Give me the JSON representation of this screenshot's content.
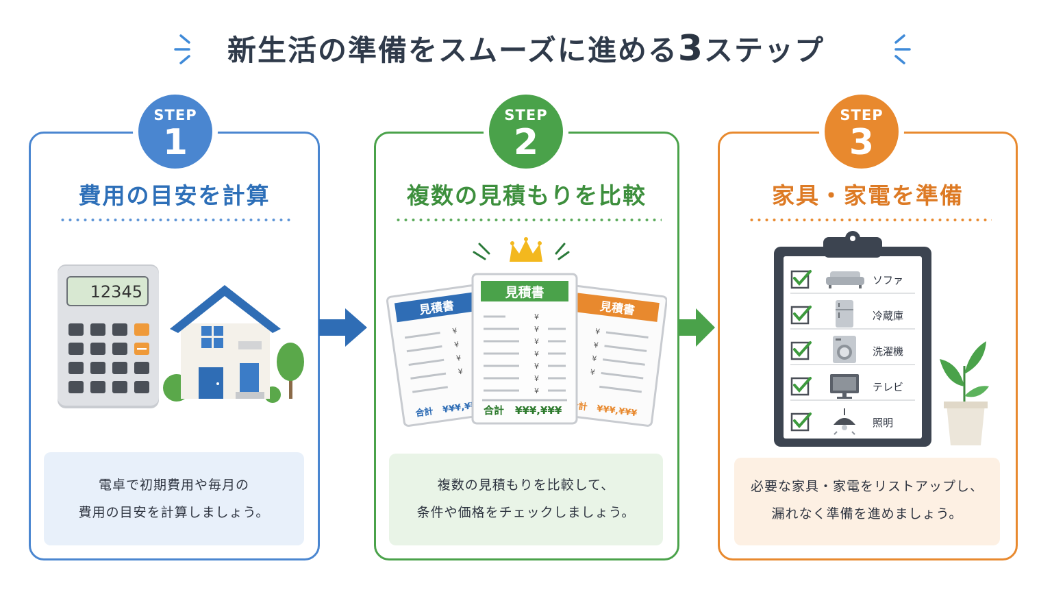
{
  "header": {
    "title_before": "新生活の準備をスムーズに進める",
    "title_number": "3",
    "title_after": "ステップ"
  },
  "colors": {
    "step1": "#4a86d0",
    "step2": "#4aa24a",
    "step3": "#e8892e",
    "step1_title": "#2d6fb8",
    "step2_title": "#3d8f3d",
    "step3_title": "#dd7a24"
  },
  "steps": [
    {
      "badge_label": "STEP",
      "badge_number": "1",
      "title": "費用の目安を計算",
      "illustration": {
        "calculator_display": "12345",
        "icons": [
          "calculator-icon",
          "house-icon",
          "tree-icon"
        ]
      },
      "description": [
        "電卓で初期費用や毎月の",
        "費用の目安を計算しましょう。"
      ]
    },
    {
      "badge_label": "STEP",
      "badge_number": "2",
      "title": "複数の見積もりを比較",
      "illustration": {
        "doc_heading": "見積書",
        "total_label": "合計",
        "total_value": "¥¥¥,¥¥¥",
        "total_value_short": "¥¥¥,¥¥",
        "row_mark": "¥",
        "icons": [
          "crown-icon",
          "estimate-document-icon"
        ]
      },
      "description": [
        "複数の見積もりを比較して、",
        "条件や価格をチェックしましょう。"
      ]
    },
    {
      "badge_label": "STEP",
      "badge_number": "3",
      "title": "家具・家電を準備",
      "checklist": [
        {
          "label": "ソファ",
          "icon": "sofa-icon"
        },
        {
          "label": "冷蔵庫",
          "icon": "fridge-icon"
        },
        {
          "label": "洗濯機",
          "icon": "washing-machine-icon"
        },
        {
          "label": "テレビ",
          "icon": "tv-icon"
        },
        {
          "label": "照明",
          "icon": "lamp-icon"
        }
      ],
      "description": [
        "必要な家具・家電をリストアップし、",
        "漏れなく準備を進めましょう。"
      ]
    }
  ]
}
